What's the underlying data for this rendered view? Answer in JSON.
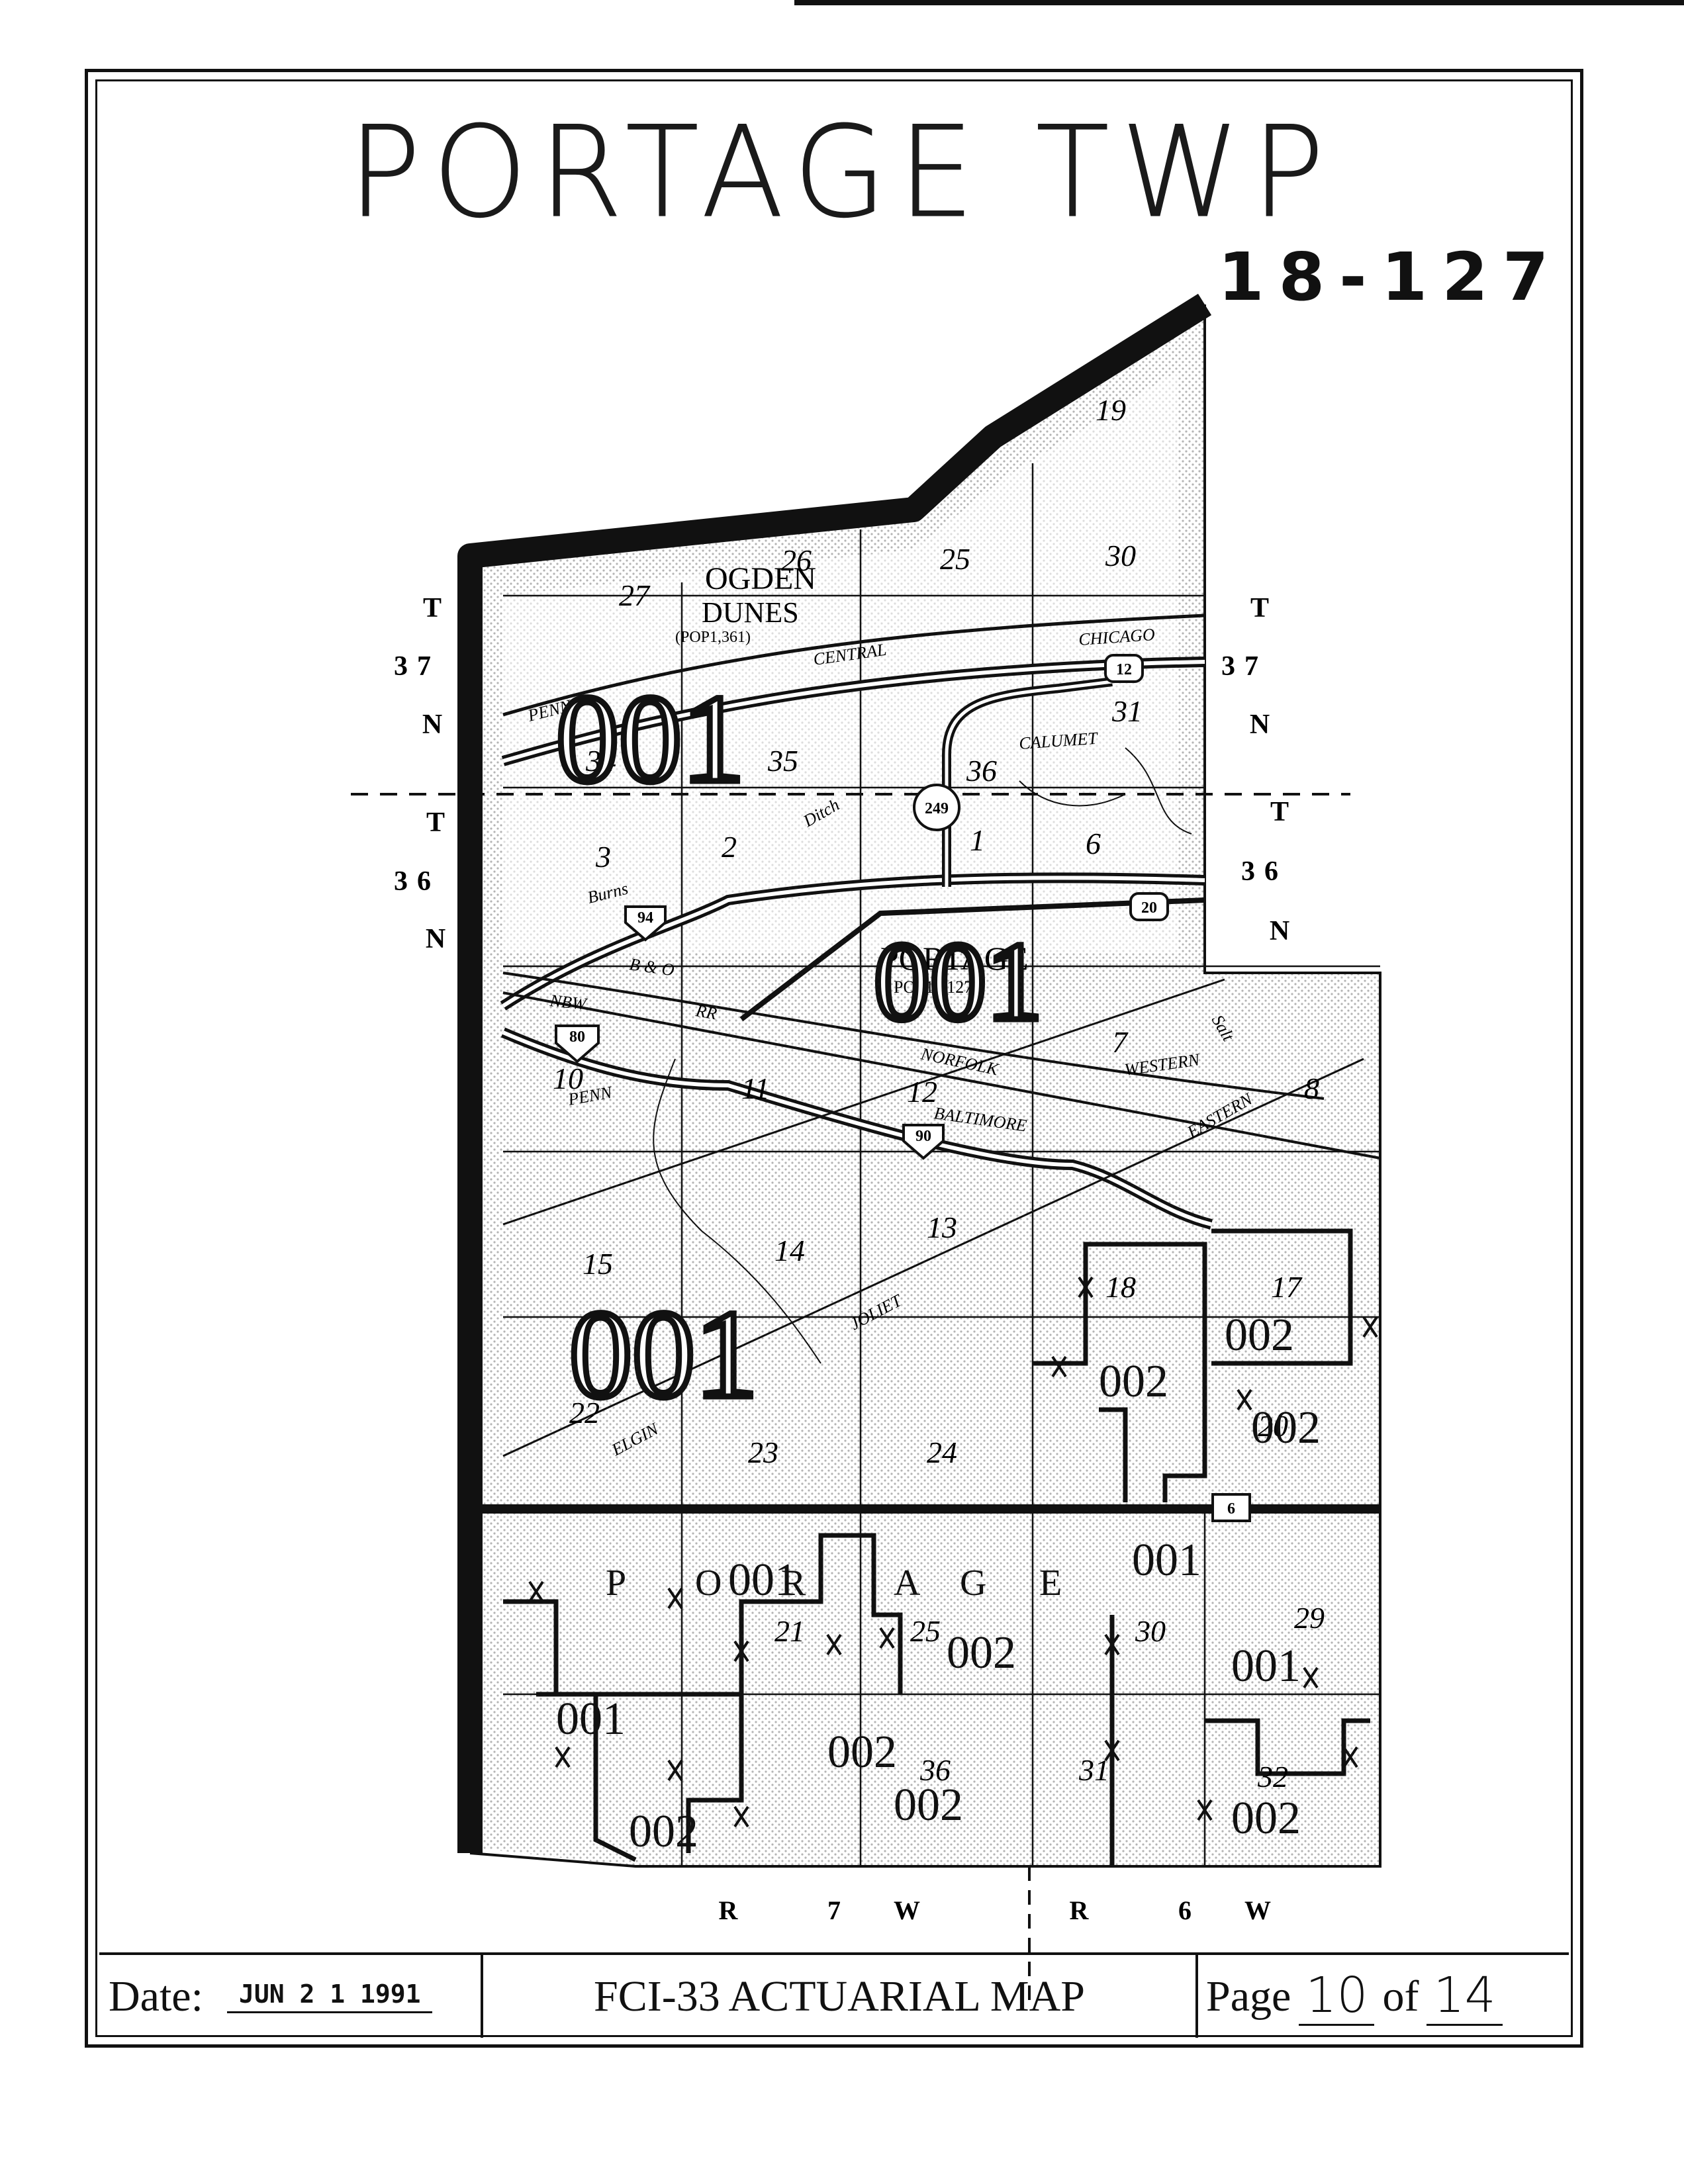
{
  "page": {
    "title": "PORTAGE TWP",
    "map_number": "18-127"
  },
  "map": {
    "townships": [
      {
        "lines": [
          "T",
          "37",
          "N"
        ]
      },
      {
        "lines": [
          "T",
          "36",
          "N"
        ]
      }
    ],
    "ranges": [
      {
        "lines": [
          "R",
          "7",
          "W"
        ]
      },
      {
        "lines": [
          "R",
          "6",
          "W"
        ]
      }
    ],
    "places": [
      {
        "name": "OGDEN",
        "sub": "DUNES",
        "pop": "(POP1,361)"
      },
      {
        "name": "PORTAGE",
        "pop": "POP19,127)"
      }
    ],
    "sections": [
      "27",
      "26",
      "25",
      "30",
      "19",
      "34",
      "35",
      "36",
      "31",
      "3",
      "2",
      "1",
      "6",
      "10",
      "11",
      "12",
      "7",
      "8",
      "15",
      "14",
      "13",
      "18",
      "17",
      "22",
      "23",
      "24",
      "20",
      "21",
      "29",
      "25",
      "30",
      "31",
      "32",
      "36"
    ],
    "zones": [
      "001",
      "002"
    ],
    "highways": [
      "12",
      "249",
      "94",
      "20",
      "80",
      "90",
      "6"
    ],
    "rail_labels": [
      "PENN",
      "CENTRAL",
      "CHICAGO",
      "CALUMET",
      "Ditch",
      "Burns",
      "B & O",
      "NBW",
      "RR",
      "NORFOLK",
      "WESTERN",
      "BALTIMORE",
      "EASTERN",
      "JOLIET",
      "ELGIN",
      "Salt"
    ],
    "overlay_letters": [
      "P",
      "O",
      "R",
      "A",
      "G",
      "E"
    ]
  },
  "footer": {
    "date_label": "Date:",
    "date_value": "JUN 2 1 1991",
    "map_title": "FCI-33 ACTUARIAL MAP",
    "page_label": "Page",
    "page_number": "10",
    "of_label": "of",
    "page_total": "14"
  },
  "colors": {
    "ink": "#111111",
    "stipple": "#9a9a9a",
    "paper": "#ffffff"
  }
}
